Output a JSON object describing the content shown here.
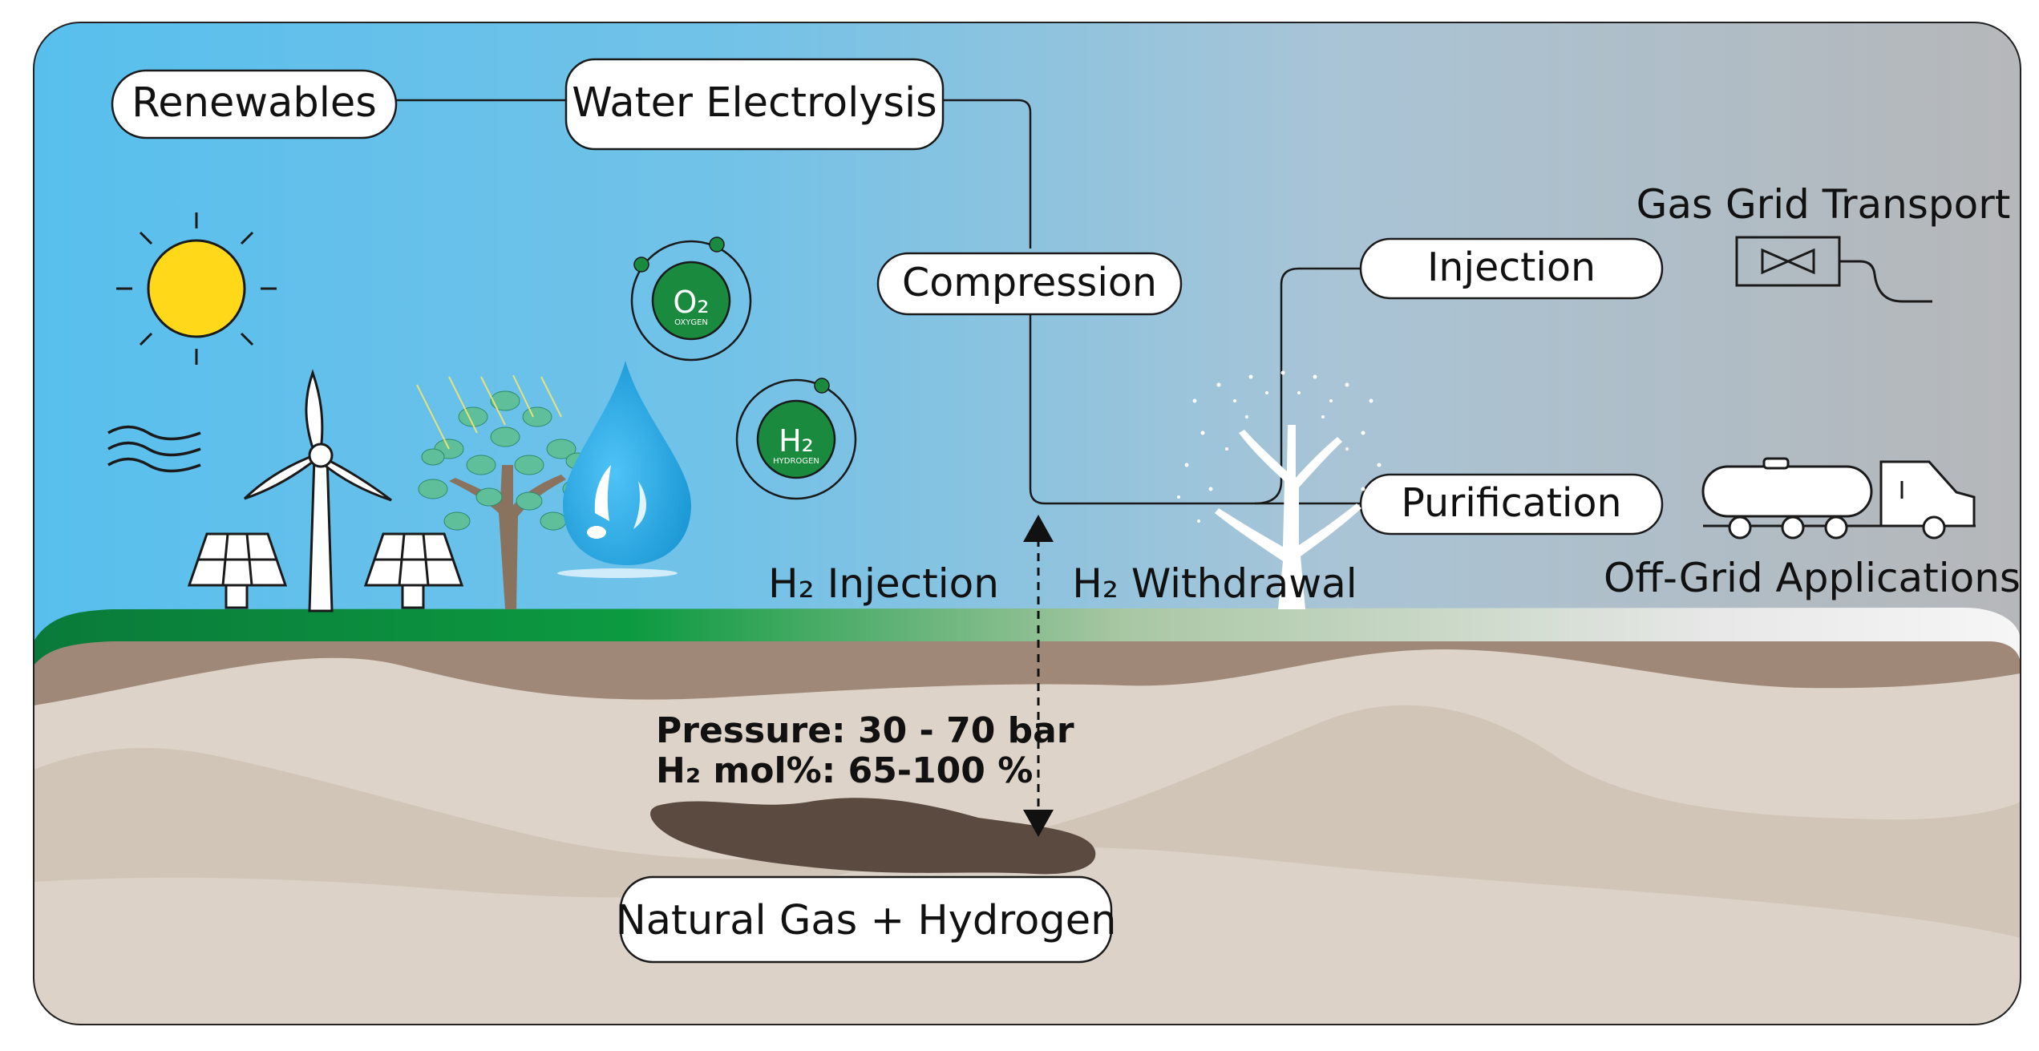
{
  "process": {
    "renewables": "Renewables",
    "water_electrolysis": "Water Electrolysis",
    "compression": "Compression",
    "injection": "Injection",
    "purification": "Purification"
  },
  "outputs": {
    "gas_grid_transport": "Gas Grid Transport",
    "off_grid_applications": "Off-Grid Applications"
  },
  "flows": {
    "h2_injection": "H₂ Injection",
    "h2_withdrawal": "H₂ Withdrawal"
  },
  "molecules": {
    "oxygen_symbol": "O₂",
    "oxygen_name": "OXYGEN",
    "hydrogen_symbol": "H₂",
    "hydrogen_name": "HYDROGEN"
  },
  "reservoir": {
    "pressure": "Pressure: 30 - 70 bar",
    "h2_mol": "H₂ mol%: 65-100 %",
    "label": "Natural Gas + Hydrogen"
  },
  "colors": {
    "sky_left": "#5bc0eb",
    "sky_right": "#b4b6b8",
    "molecule_green": "#1a8a3e",
    "sun_yellow": "#ffd81a",
    "droplet_blue": "#29abe2",
    "reservoir_brown": "#5b4a40",
    "soil_top": "#9f8878",
    "soil_light": "#ddd3c9"
  }
}
